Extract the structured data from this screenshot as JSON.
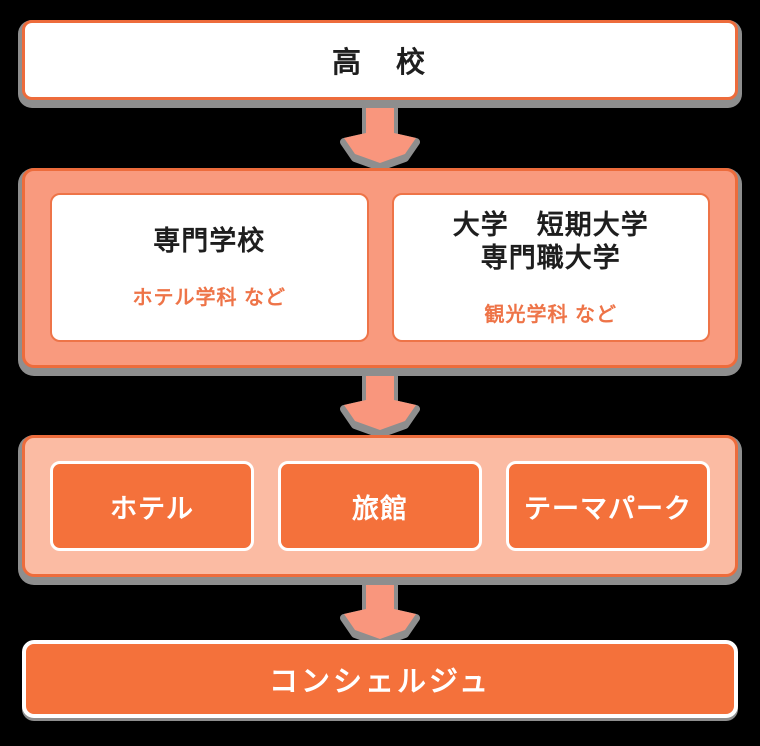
{
  "palette": {
    "background": "#000000",
    "orange_border": "#ED6C3C",
    "orange_fill": "#F4713B",
    "salmon_group_fill": "#F99A7E",
    "peach_group_fill": "#FBBBA3",
    "arrow_salmon": "#F9967D",
    "note_orange": "#EE7448",
    "shadow_gray": "#8E8E8E",
    "text_black": "#1E1E1E",
    "text_white": "#FFFFFF"
  },
  "flow": {
    "start": {
      "label": "高　校"
    },
    "education_group": {
      "schools": [
        {
          "title": "専門学校",
          "note": "ホテル学科 など"
        },
        {
          "title_line1": "大学　短期大学",
          "title_line2": "専門職大学",
          "note": "観光学科 など"
        }
      ]
    },
    "workplace_group": {
      "items": [
        {
          "label": "ホテル"
        },
        {
          "label": "旅館"
        },
        {
          "label": "テーマパーク"
        }
      ]
    },
    "goal": {
      "label": "コンシェルジュ"
    },
    "arrows": {
      "icon": "down-arrow",
      "count": 3
    }
  }
}
